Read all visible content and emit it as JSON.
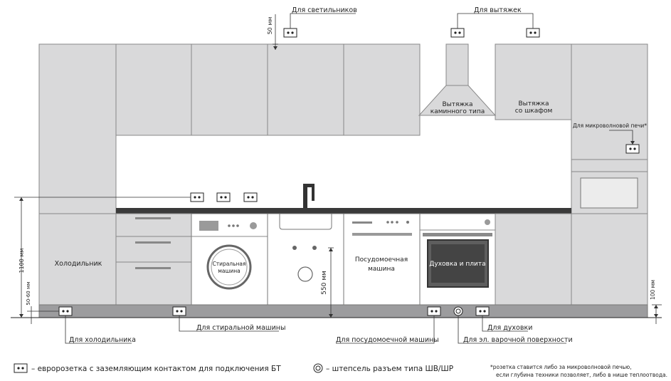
{
  "labels": {
    "lighting": "Для светильников",
    "hoods": "Для вытяжек",
    "hood_fireplace_1": "Вытяжка",
    "hood_fireplace_2": "каминного типа",
    "hood_cabinet_1": "Вытяжка",
    "hood_cabinet_2": "со шкафом",
    "microwave": "Для микроволновой печи*",
    "fridge_name": "Холодильник",
    "washer_1": "Стиральная",
    "washer_2": "машина",
    "dishwasher_1": "Посудомоечная",
    "dishwasher_2": "машина",
    "oven_name": "Духовка и плита",
    "for_fridge": "Для холодильника",
    "for_washer": "Для стиральной машины",
    "for_dishwasher": "Для посудомоечной машины",
    "for_cooktop": "Для эл. варочной поверхности",
    "for_oven": "Для духовки"
  },
  "dimensions": {
    "d50": "50 мм",
    "d1100": "1100 мм",
    "d5060": "50-60 мм",
    "d550": "550 мм",
    "d100": "100 мм"
  },
  "legend": {
    "euro": "– евророзетка с заземляющим контактом для подключения БТ",
    "plug": "– штепсель разъем типа ШВ/ШР",
    "note_1": "*розетка ставится либо за микроволновой печью,",
    "note_2": "если глубина техники позволяет, либо в нише теплоотвода."
  }
}
